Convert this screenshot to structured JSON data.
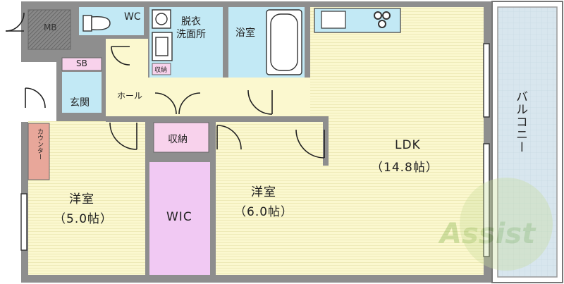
{
  "plan": {
    "rooms": {
      "mb": "MB",
      "wc": "WC",
      "dressing": "脱衣\n洗面所",
      "storage_small": "収納",
      "bath": "浴室",
      "sb": "SB",
      "entrance": "玄関",
      "hall": "ホール",
      "storage": "収納",
      "counter": "カウンター",
      "western1_name": "洋室",
      "western1_size": "（5.0帖）",
      "wic": "WIC",
      "western2_name": "洋室",
      "western2_size": "（6.0帖）",
      "ldk_name": "LDK",
      "ldk_size": "（14.8帖）",
      "balcony": "バルコニー"
    },
    "watermark": "Assist",
    "colors": {
      "wall": "#8e8e8e",
      "floor_room": "#fbf8cf",
      "wet_area": "#c2e9f5",
      "storage": "#f8d2ec",
      "wic_fill": "#f1c9f3",
      "counter": "#e8a79a",
      "balcony": "#d8e6ee",
      "mb_hatch": "#767676"
    }
  }
}
